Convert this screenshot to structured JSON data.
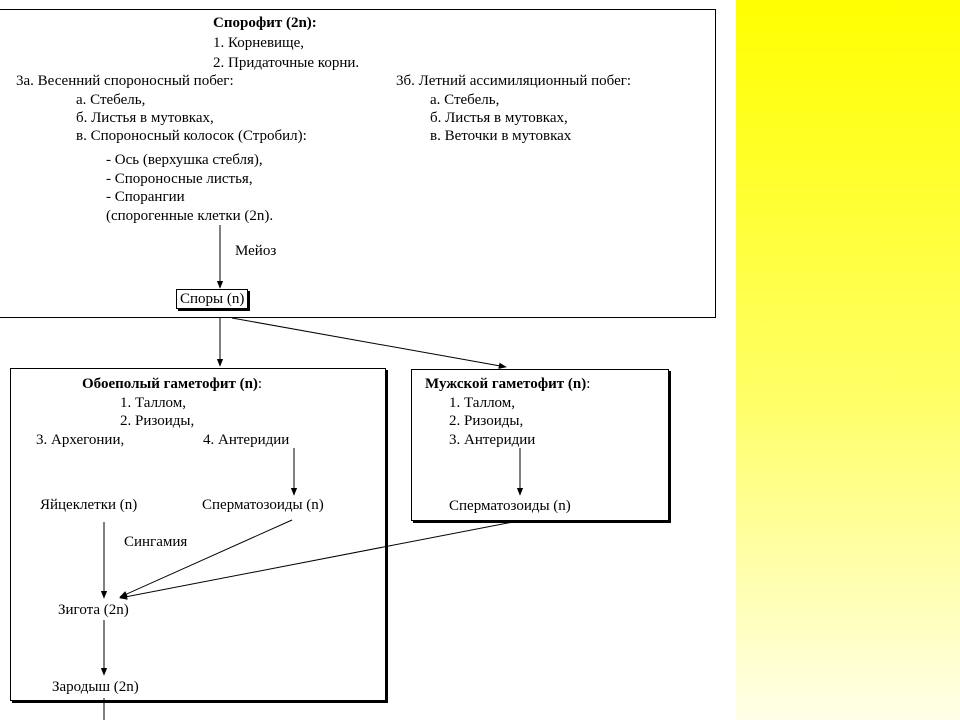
{
  "accent_color": "#ffff00",
  "sporophyte": {
    "title": "Спорофит (2n):",
    "item1": "1. Корневище,",
    "item2": "2. Придаточные корни.",
    "spring_shoot": {
      "title": "3а. Весенний спороносный побег:",
      "a": "а. Стебель,",
      "b": "б. Листья в мутовках,",
      "c": "в. Спороносный колосок (Стробил):",
      "d1": "- Ось (верхушка стебля),",
      "d2": "- Спороносные листья,",
      "d3": "- Спорангии",
      "d4": "(спорогенные клетки (2n)."
    },
    "summer_shoot": {
      "title": "3б. Летний ассимиляционный побег:",
      "a": "а. Стебель,",
      "b": "б. Листья в мутовках,",
      "c": "в. Веточки в мутовках"
    },
    "meiosis": "Мейоз",
    "spores": "Споры (n)"
  },
  "bisexual_gametophyte": {
    "title_bold": "Обоеполый гаметофит (n)",
    "title_rest": ":",
    "item1": "1. Таллом,",
    "item2": "2. Ризоиды,",
    "item3": "3. Архегонии,",
    "item4": "4. Антеридии",
    "eggs": "Яйцеклетки (n)",
    "sperm": "Сперматозоиды (n)",
    "syngamy": "Сингамия",
    "zygote": "Зигота (2n)",
    "embryo": "Зародыш (2n)"
  },
  "male_gametophyte": {
    "title_bold": "Мужской гаметофит (n)",
    "title_rest": ":",
    "item1": "1. Таллом,",
    "item2": "2. Ризоиды,",
    "item3": "3. Антеридии",
    "sperm": "Сперматозоиды (n)"
  }
}
